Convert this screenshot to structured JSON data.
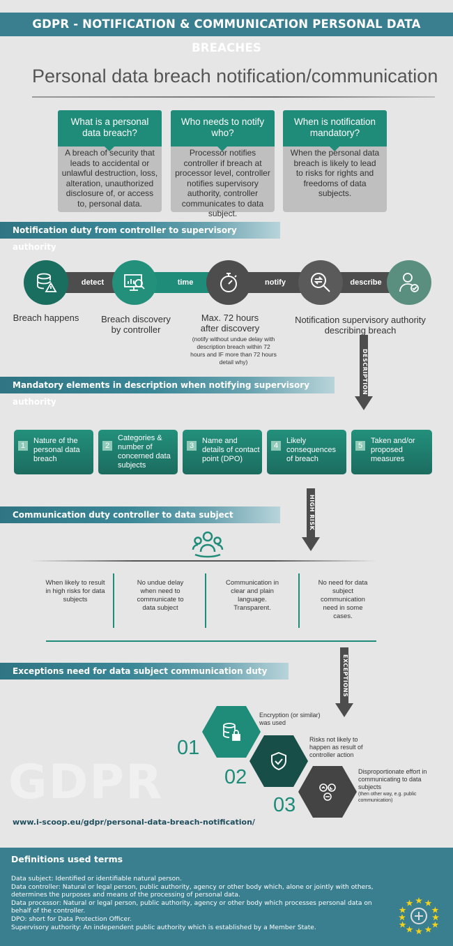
{
  "header": {
    "title": "GDPR - NOTIFICATION & COMMUNICATION PERSONAL DATA BREACHES"
  },
  "main_title": "Personal data breach notification/communication",
  "questions": [
    {
      "q": "What is a personal data breach?",
      "a": "A breach of security that leads to accidental or unlawful destruction, loss, alteration, unauthorized disclosure of, or access to, personal data."
    },
    {
      "q": "Who needs to notify who?",
      "a": "Processor notifies controller if breach at processor level, controller notifies supervisory authority, controller communicates to data subject."
    },
    {
      "q": "When is notification mandatory?",
      "a": "When the personal data breach is likely to lead to risks for rights and freedoms of data subjects."
    }
  ],
  "sections": {
    "notification": "Notification duty from controller to supervisory authority",
    "mandatory": "Mandatory elements in description when notifying supervisory authority",
    "communication": "Communication duty controller to data subject",
    "exceptions": "Exceptions need for data subject communication duty"
  },
  "process": {
    "labels": [
      "detect",
      "time",
      "notify",
      "describe"
    ],
    "steps": [
      "Breach happens",
      "Breach discovery by controller",
      "Max. 72 hours after discovery",
      "Notification supervisory authority describing breach"
    ],
    "note": "(notify without undue delay with description breach within 72 hours and IF more than 72 hours detail why)",
    "icons": [
      "database-warning-icon",
      "screen-search-icon",
      "stopwatch-icon",
      "magnify-arrows-icon",
      "user-check-icon"
    ]
  },
  "arrows": {
    "description": "DESCRIPTION",
    "high_risk": "HIGH RISK",
    "exceptions": "EXCEPTIONS"
  },
  "mandatory_items": [
    {
      "num": "1",
      "text": "Nature of the personal data breach"
    },
    {
      "num": "2",
      "text": "Categories & number of concerned data subjects"
    },
    {
      "num": "3",
      "text": "Name and details of contact point (DPO)"
    },
    {
      "num": "4",
      "text": "Likely consequences of breach"
    },
    {
      "num": "5",
      "text": "Taken and/or proposed measures"
    }
  ],
  "communication_items": [
    "When likely to result in high risks for data subjects",
    "No undue delay when need to communicate to data subject",
    "Communication in clear and plain language. Transparent.",
    "No need for data subject communication need in some cases."
  ],
  "exceptions": [
    {
      "num": "01",
      "text": "Encryption (or similar) was used",
      "icon": "database-lock-icon"
    },
    {
      "num": "02",
      "text": "Risks not likely to happen as result of controller action",
      "icon": "shield-check-icon"
    },
    {
      "num": "03",
      "text": "Disproportionate effort in communicating to data subjects",
      "sub": "(then other way, e.g. public communication)",
      "icon": "people-gear-icon"
    }
  ],
  "watermark": "GDPR",
  "url": "www.i-scoop.eu/gdpr/personal-data-breach-notification/",
  "definitions": {
    "title": "Definitions used terms",
    "lines": [
      "Data subject: Identified or identifiable natural person.",
      "Data controller: Natural or legal person, public authority, agency or other body which, alone or jointly with others, determines the purposes and means of the processing of personal data.",
      "Data processor: Natural or legal person, public authority, agency or other body which processes personal data on behalf of the controller.",
      "DPO: short for Data Protection Officer.",
      "Supervisory authority: An independent public authority which is established by a Member State."
    ]
  },
  "colors": {
    "teal": "#1e8c79",
    "banner": "#3a7f8f",
    "dark": "#4d4d4d",
    "grey_card": "#bfbfbf"
  }
}
